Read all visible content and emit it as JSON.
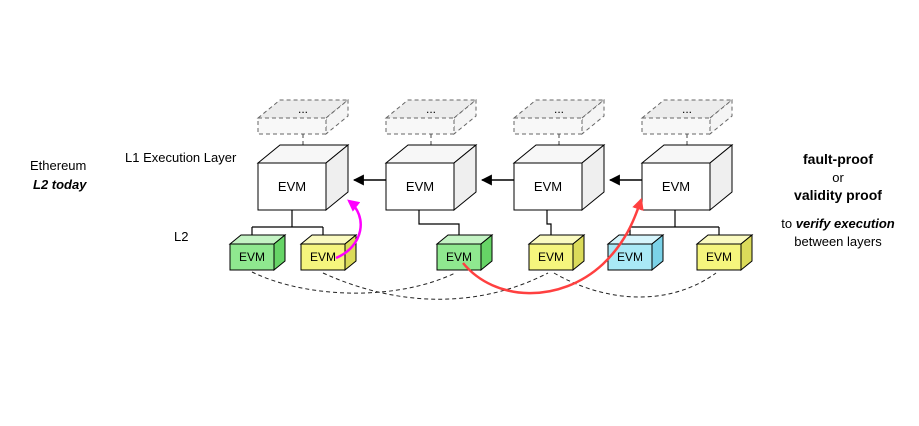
{
  "labels": {
    "ethereum": "Ethereum",
    "l2_today": "L2 today",
    "l1_layer": "L1 Execution Layer",
    "l2": "L2",
    "dots": "..."
  },
  "l1_boxes": [
    {
      "label": "EVM"
    },
    {
      "label": "EVM"
    },
    {
      "label": "EVM"
    },
    {
      "label": "EVM"
    }
  ],
  "l2_boxes": [
    {
      "label": "EVM",
      "face": "#8FE88F",
      "top": "#C4F3C4",
      "side": "#66D466"
    },
    {
      "label": "EVM",
      "face": "#F5F57D",
      "top": "#FAFAC0",
      "side": "#DBDB5A"
    },
    {
      "label": "EVM",
      "face": "#8FE88F",
      "top": "#C4F3C4",
      "side": "#66D466"
    },
    {
      "label": "EVM",
      "face": "#F5F57D",
      "top": "#FAFAC0",
      "side": "#DBDB5A"
    },
    {
      "label": "EVM",
      "face": "#A9E9F6",
      "top": "#D6F5FC",
      "side": "#7BD2E8"
    },
    {
      "label": "EVM",
      "face": "#F5F57D",
      "top": "#FAFAC0",
      "side": "#DBDB5A"
    }
  ],
  "annotations": {
    "fault_proof": "fault-proof",
    "or": "or",
    "validity_proof": "validity proof",
    "to": "to ",
    "verify_execution": "verify execution",
    "between_layers": "between layers"
  },
  "colors": {
    "fault_proof": "#FF0000",
    "validity_proof": "#FF00FF",
    "red_arrow": "#FF4040",
    "magenta_arrow": "#FF00FF",
    "l1_front": "#FFFFFF",
    "l1_top": "#F7F7F7",
    "l1_side": "#EFEFEF",
    "future_fill": "#ECECEC"
  }
}
